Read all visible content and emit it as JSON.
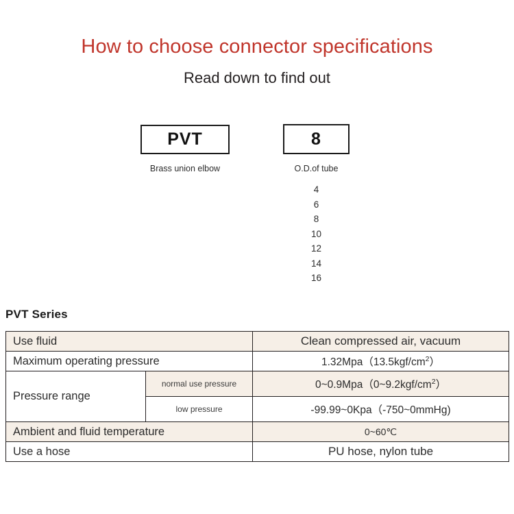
{
  "header": {
    "title": "How to choose connector specifications",
    "subtitle": "Read down to find out",
    "title_color": "#c0352b"
  },
  "selector": {
    "series_box": {
      "code": "PVT",
      "caption": "Brass union elbow"
    },
    "size_box": {
      "code": "8",
      "caption": "O.D.of tube",
      "options": [
        "4",
        "6",
        "8",
        "10",
        "12",
        "14",
        "16"
      ]
    }
  },
  "spec": {
    "series_label": "PVT Series",
    "shade_color": "#f6efe7",
    "rows": [
      {
        "label": "Use fluid",
        "value": "Clean compressed air, vacuum",
        "shaded": true
      },
      {
        "label": "Maximum operating pressure",
        "value_prefix": "1.32Mpa（13.5kgf/cm",
        "value_sup": "2",
        "value_suffix": "）",
        "shaded": false
      },
      {
        "label": "Pressure range",
        "sub_rows": [
          {
            "sublabel": "normal use pressure",
            "value_prefix": "0~0.9Mpa（0~9.2kgf/cm",
            "value_sup": "2",
            "value_suffix": "）",
            "shaded": true
          },
          {
            "sublabel": "low pressure",
            "value": "-99.99~0Kpa（-750~0mmHg)",
            "shaded": false
          }
        ]
      },
      {
        "label": "Ambient and fluid temperature",
        "value": "0~60℃",
        "shaded": true
      },
      {
        "label": "Use a hose",
        "value": "PU hose, nylon tube",
        "shaded": false
      }
    ]
  }
}
